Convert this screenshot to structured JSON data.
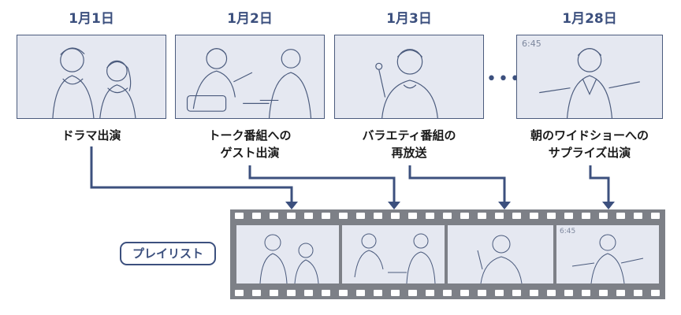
{
  "panels": [
    {
      "date": "1月1日",
      "caption_lines": [
        "ドラマ出演",
        ""
      ],
      "scene": "couple"
    },
    {
      "date": "1月2日",
      "caption_lines": [
        "トーク番組への",
        "ゲスト出演"
      ],
      "scene": "talk"
    },
    {
      "date": "1月3日",
      "caption_lines": [
        "バラエティ番組の",
        "再放送"
      ],
      "scene": "variety"
    },
    {
      "date": "1月28日",
      "caption_lines": [
        "朝のワイドショーへの",
        "サプライズ出演"
      ],
      "scene": "morning",
      "time": "6:45"
    }
  ],
  "ellipsis": "•••",
  "playlist_label": "プレイリスト",
  "film_frames": [
    {
      "scene": "couple"
    },
    {
      "scene": "talk"
    },
    {
      "scene": "variety"
    },
    {
      "scene": "morning",
      "time": "6:45"
    }
  ],
  "colors": {
    "accent": "#3c507e",
    "thumb_bg": "#e5e8f1",
    "film": "#7d8087"
  }
}
